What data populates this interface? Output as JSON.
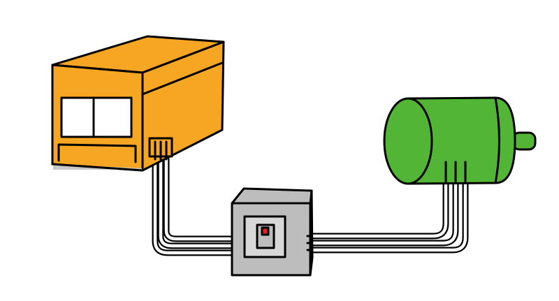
{
  "diagram": {
    "components": [
      {
        "name": "power-unit",
        "color": "#F6A623",
        "shade": "#C8C8C8"
      },
      {
        "name": "switch-box",
        "color": "#BDBDBD",
        "indicator_color": "#E8201C"
      },
      {
        "name": "motor",
        "color": "#53B536"
      }
    ],
    "connections": [
      {
        "from": "power-unit",
        "to": "switch-box",
        "wires": 3
      },
      {
        "from": "switch-box",
        "to": "motor",
        "wires": 3
      }
    ]
  }
}
